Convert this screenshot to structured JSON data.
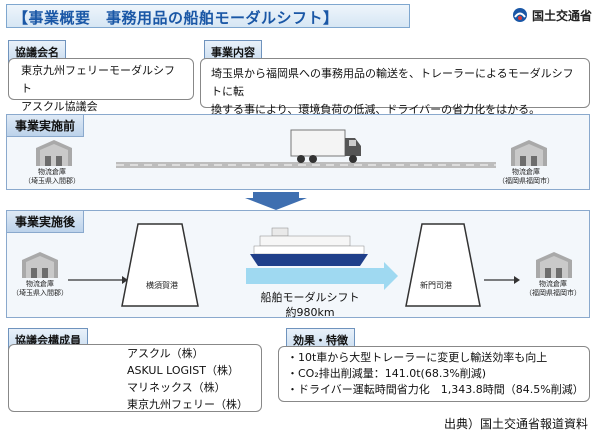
{
  "title": "【事業概要　事務用品の船舶モーダルシフト】",
  "organization": {
    "name": "国土交通省",
    "logo_icon": "mlit-logo-icon"
  },
  "council": {
    "label": "協議会名",
    "lines": [
      "東京九州フェリーモーダルシフト",
      "アスクル協議会"
    ]
  },
  "business": {
    "label": "事業内容",
    "lines": [
      "埼玉県から福岡県への事務用品の輸送を、トレーラーによるモーダルシフトに転",
      "換する事により、環境負荷の低減、ドライバーの省力化をはかる。"
    ]
  },
  "before": {
    "label": "事業実施前",
    "origin": [
      "物流倉庫",
      "（埼玉県入間郡）"
    ],
    "destination": [
      "物流倉庫",
      "（福岡県福岡市）"
    ]
  },
  "after": {
    "label": "事業実施後",
    "origin": [
      "物流倉庫",
      "（埼玉県入間郡）"
    ],
    "port_a": "横須賀港",
    "route": [
      "船舶モーダルシフト",
      "約980km"
    ],
    "port_b": "新門司港",
    "destination": [
      "物流倉庫",
      "（福岡県福岡市）"
    ]
  },
  "members": {
    "label": "協議会構成員",
    "items": [
      "アスクル（株）",
      "ASKUL LOGIST（株）",
      "マリネックス（株）",
      "東京九州フェリー（株）"
    ]
  },
  "effects": {
    "label": "効果・特徴",
    "items": [
      "・10t車から大型トレーラーに変更し輸送効率も向上",
      "・CO₂排出削減量：141.0t(68.3%削減)",
      "・ドライバー運転時間省力化　1,343.8時間（84.5%削減）"
    ]
  },
  "source": "出典）国土交通省報道資料",
  "colors": {
    "accent": "#1a57a6",
    "arrow": "#3f6fb0",
    "ship_hull": "#1f3f8a",
    "panel": "#c9dcef"
  }
}
